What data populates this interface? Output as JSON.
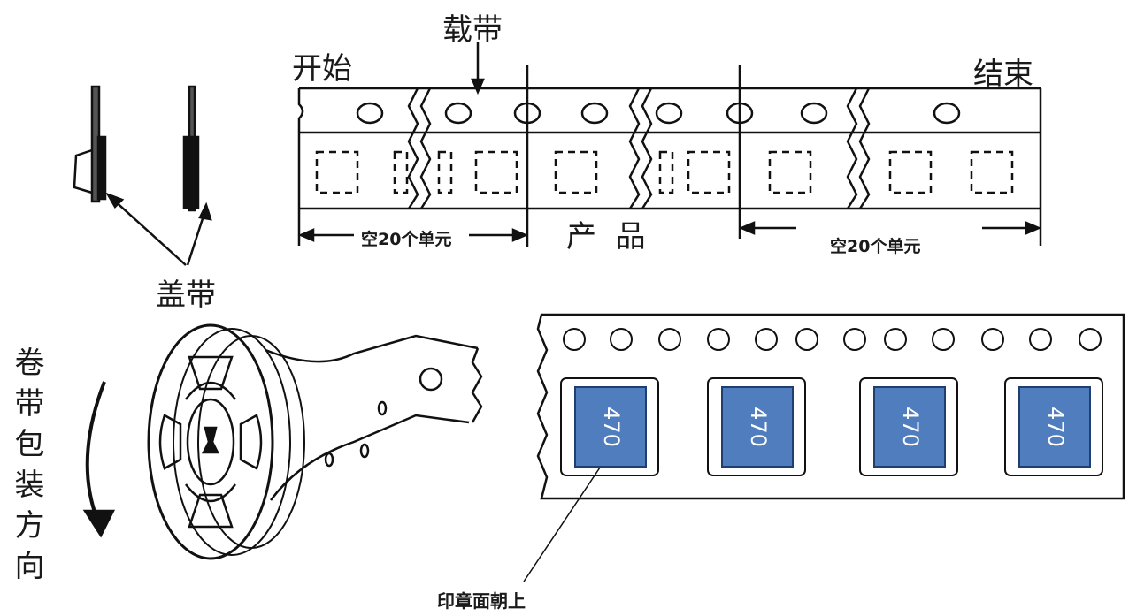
{
  "labels": {
    "carrier_tape": "载带",
    "start": "开始",
    "end": "结束",
    "cover_tape": "盖带",
    "empty_start": "空20个单元",
    "empty_end": "空20个单元",
    "product": "产  品",
    "reel_direction": "卷带包装方向",
    "stamp_up": "印章面朝上"
  },
  "chips": [
    {
      "marking": "470"
    },
    {
      "marking": "470"
    },
    {
      "marking": "470"
    },
    {
      "marking": "470"
    }
  ],
  "colors": {
    "chip_fill": "#4f7dbd",
    "chip_border": "#1f3f70",
    "line": "#111111"
  }
}
